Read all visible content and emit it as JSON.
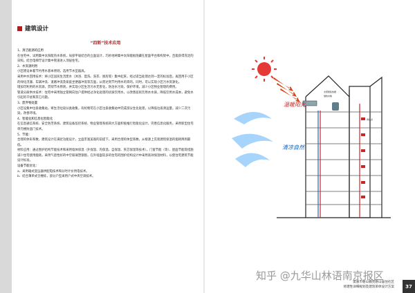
{
  "section_title": "建筑设计",
  "subtitle": "“四新”技术应用",
  "paragraphs": [
    "1、清洁能源的应用",
    "在住宅中，试用集中太阳能热水系统，局部平坡结合的立面设计，巧妙地将集中太阳能板隐藏在屋面平台和构架中，且能获得充足的日照。结合电梯厅设计集中管道进入顶层住宅。",
    "2、水资源利用",
    "小区建设本着节约用水基本原则，选用节水型器具。",
    "采用中水回用技术：将小区居民生活废水（沐浴、盥洗、洗衣、厨房等）集中起来，经过适当处理达到一定的标准后，再回用于小区的绿化浇灌、车辆冲洗、道路冲洗及家庭坐便器冲洗等方面，从而达到节约用水的目的。同时，可以实现小区污水资源化。",
    "增加可利用的水资源，贯彻节水原则，并实现小区生活污水无害化，防治水污染，保护环境，减少小区物业管理的费用。",
    "管道分质供水技术：住宅中采用独立管网向住户提供经过净化处理的优质饮用水，以改善居民饮用水水质，降低饮用水成本，避免水引起的干扰和其它问题。",
    "3、废弃物处置",
    "小区设集中垃圾收集站，将生活垃圾分类收集，有机物可在小区垃圾收集站中完成部分生化处理，以降低垃圾清运量，减少二次污染，改善环境。",
    "4、智能化和信息化智能化",
    "在信息通信系统、安全防范系统、建筑设备监控系统、物业管理系统四大方面积极推行智能化设计，完善信息化服务，采用新型住宅单元楼防盗门技术。",
    "5、节能：",
    "合理的体形系数，建筑设计在满足功能设计，立面丰富美观的前提下，采用合理的体型系数，从根源上实现建筑保温的能耗降到最低。",
    "材料应用：通过围护结构节能技术和采用墙体保温（外保温、内保温、自保温、夹芯保温等技术），门窗节能（等）、屋面节能等措施减少住宅使用能耗。采用气密性好的中空玻璃塑钢窗，在外墙面较多的住宅的围护结构设计中采用高效保温材料，以使住宅建筑节能设计标准。",
    "设备节能优化：",
    "a、采用箱式变压器供配电技术和分时计价用电技术。",
    "b、结合薄单式全楼栋，部分户型采用户式中央空调技术。"
  ],
  "diagram_labels": {
    "sun_text": "温暖阳光",
    "wind_text": "清凉自然",
    "small_labels": [
      "太阳能集热器",
      "储热水箱"
    ],
    "unit_label": "用热点"
  },
  "footer_lines": [
    "樊嘉市磐山樾苑磐山居住社区",
    "修建性详细规划及建筑单体设计方案"
  ],
  "page_number": "37",
  "watermark": "知乎 @九华山林语南京报区",
  "colors": {
    "accent": "#b71c1c",
    "sun": "#e53935",
    "wind": "#64b5f6"
  }
}
